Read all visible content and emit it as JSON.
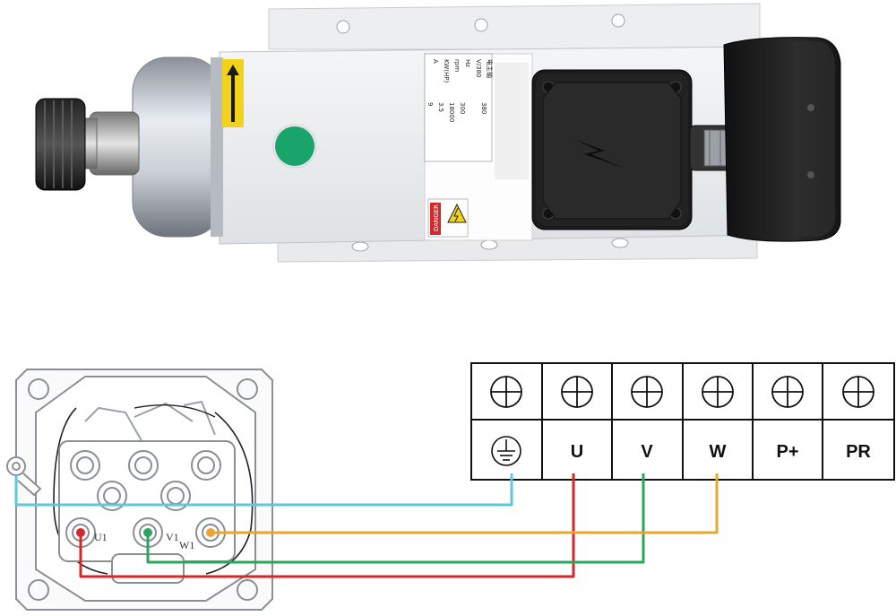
{
  "spindle": {
    "label_lines": [
      "电主轴",
      "V/380",
      "Hz",
      "rpm",
      "KW(HP)",
      "A"
    ],
    "label_values": [
      "380",
      "300",
      "18000",
      "3.5",
      "9"
    ],
    "warning": "DANGER"
  },
  "motor_box": {
    "terminal_labels": [
      "U1",
      "V1",
      "W1"
    ]
  },
  "terminal_block": {
    "labels": [
      "",
      "U",
      "V",
      "W",
      "P+",
      "PR"
    ],
    "ground_symbol": "ground-icon"
  },
  "colors": {
    "ground": "#5ec8d8",
    "u": "#d6262a",
    "v": "#2aa55c",
    "w": "#e8a531"
  }
}
